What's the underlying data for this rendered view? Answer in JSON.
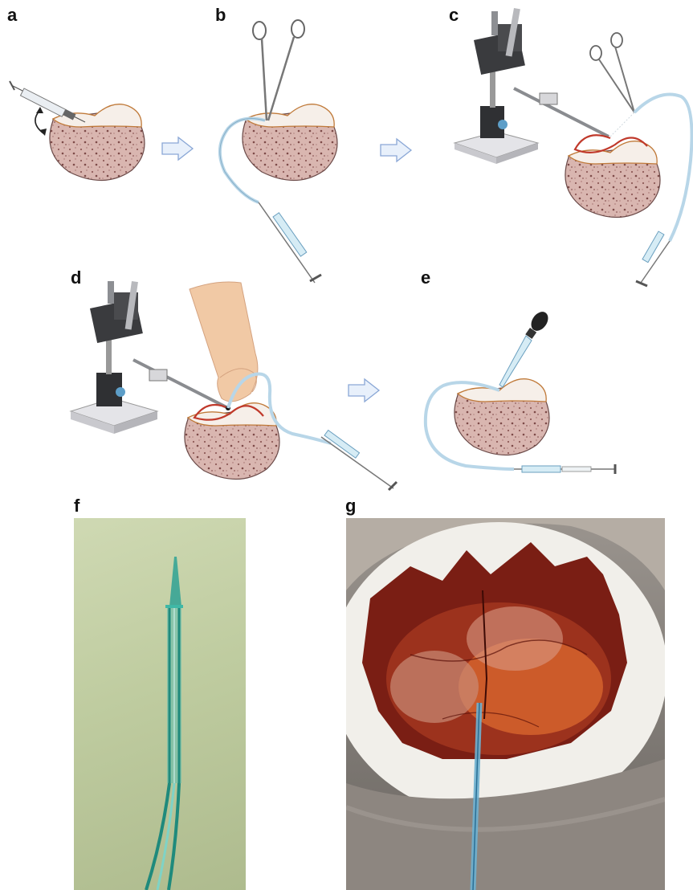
{
  "panel_labels": {
    "a": "a",
    "b": "b",
    "c": "c",
    "d": "d",
    "e": "e",
    "f": "f",
    "g": "g"
  },
  "colors": {
    "egg_fill": "#d9b6b0",
    "egg_speckle": "#8e5a58",
    "egg_outline": "#6b4a48",
    "vessel": "#c0392b",
    "tubing": "#b8d6e8",
    "arrow_fill": "#e8f0fb",
    "arrow_stroke": "#8aa7d6",
    "stand_base": "#e4e4e8",
    "stand_block": "#2f3033",
    "manipulator": "#3a3b3e",
    "skin": "#f1c9a5",
    "photo_f_bg": "#c2cfa6",
    "photo_g_bg": "#8a847e"
  },
  "icons": [
    "syringe-icon",
    "forceps-icon",
    "micromanipulator-icon",
    "dropper-icon",
    "hand-icon",
    "egg-icon",
    "flow-arrow-icon"
  ]
}
